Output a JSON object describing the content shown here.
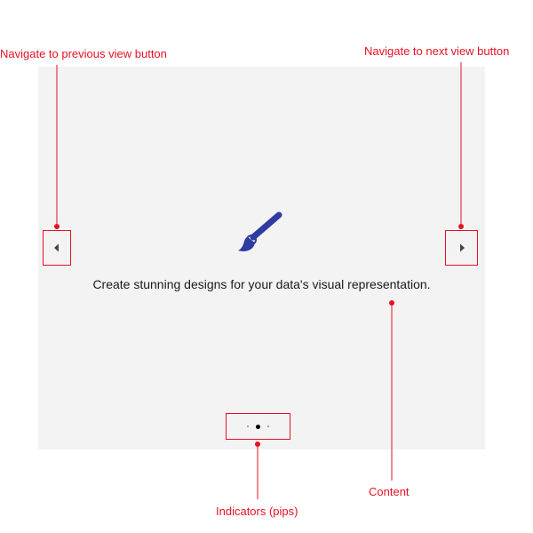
{
  "callouts": {
    "prev": "Navigate to previous view button",
    "next": "Navigate to next view button",
    "content": "Content",
    "pips": "Indicators (pips)"
  },
  "flipview": {
    "message": "Create stunning designs for your data's visual representation.",
    "icon": "paintbrush-icon",
    "prev_icon": "caret-left-icon",
    "next_icon": "caret-right-icon",
    "pips": {
      "count": 3,
      "active_index": 1
    }
  },
  "colors": {
    "annotation": "#e81123",
    "panel": "#f3f3f3",
    "icon": "#2e3ba1",
    "text": "#1a1a1a"
  }
}
